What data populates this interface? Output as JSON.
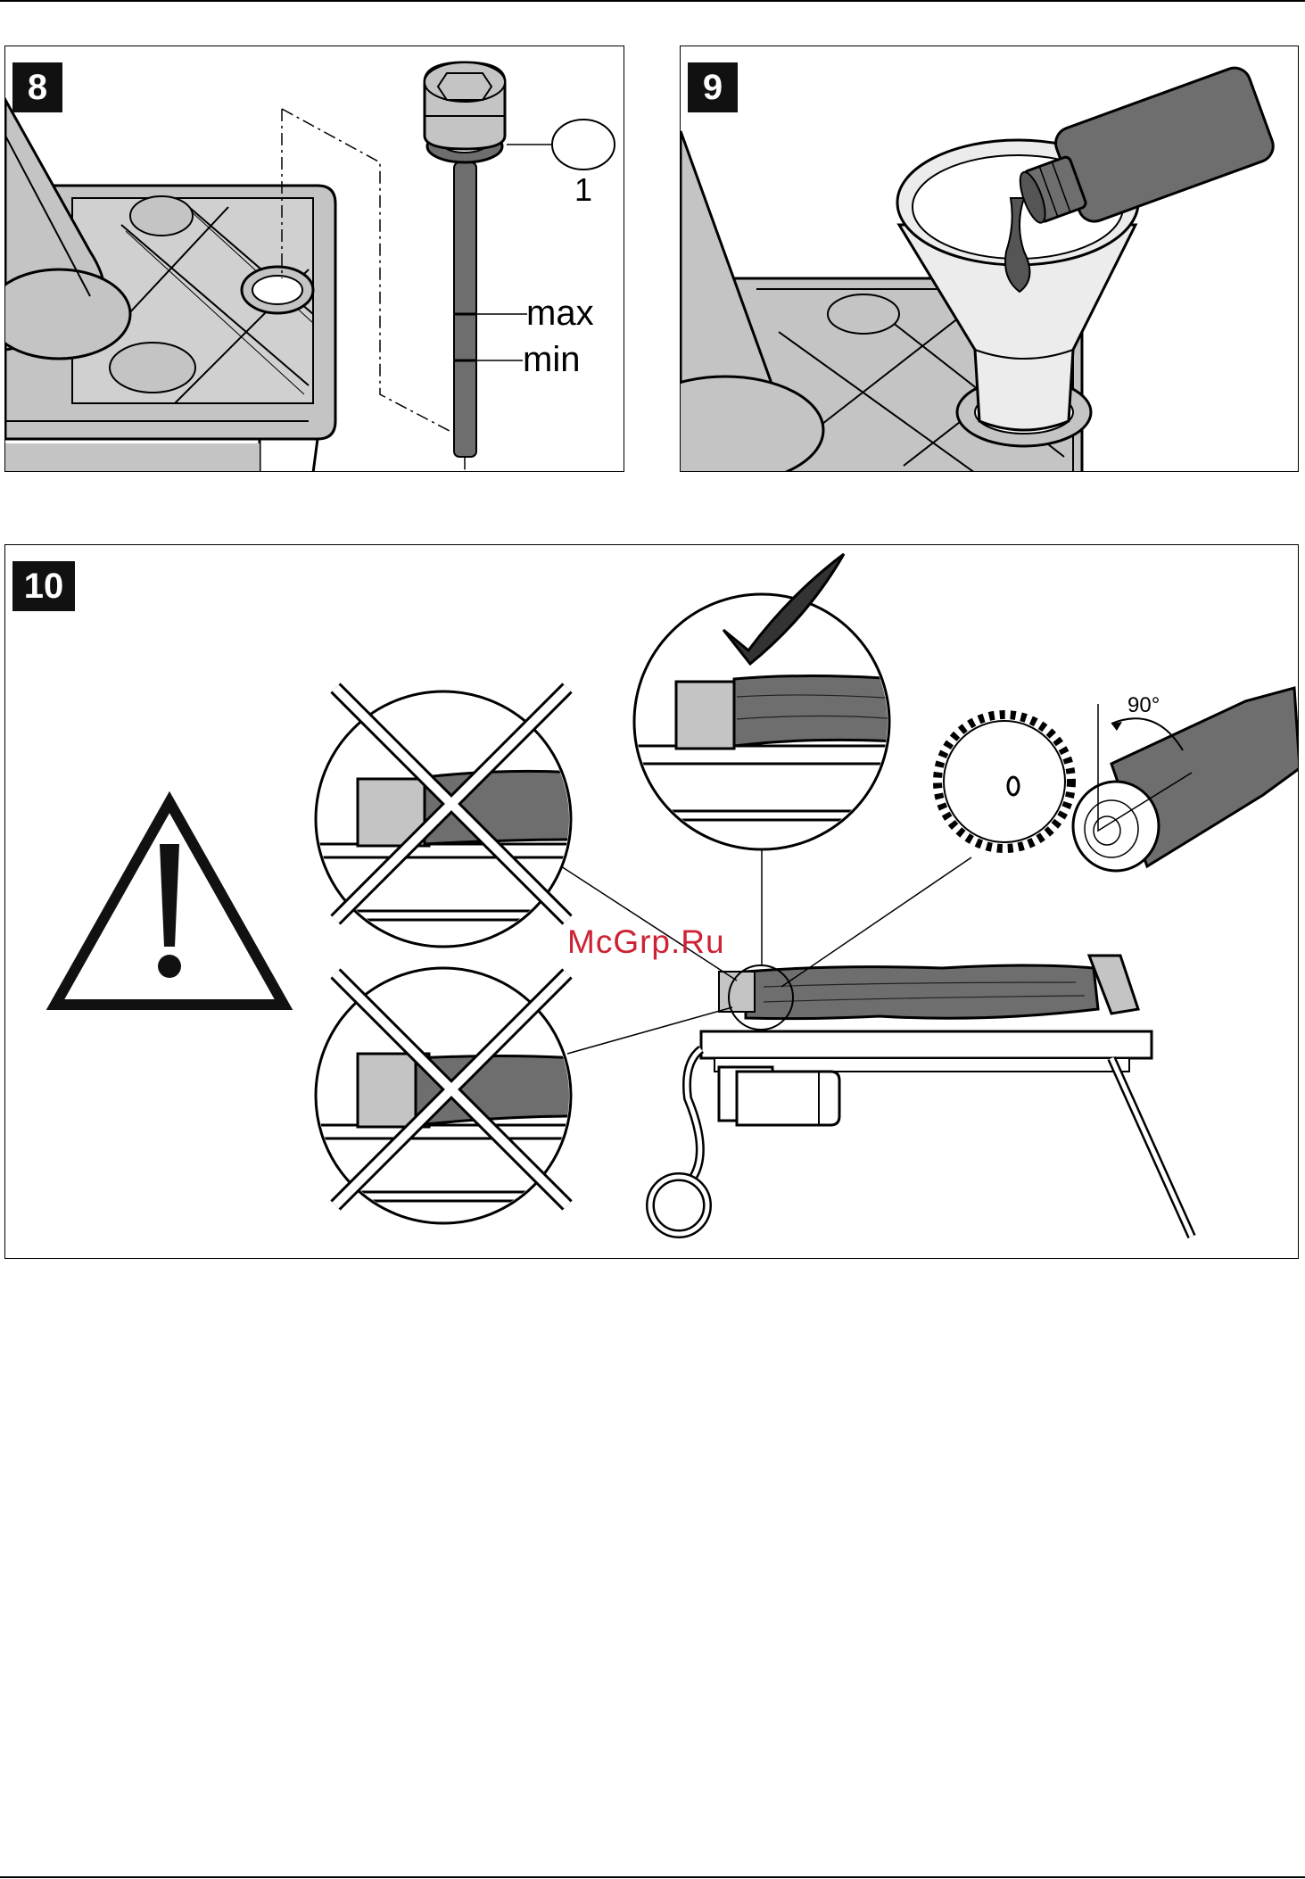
{
  "figures": [
    {
      "number": "8",
      "callout": "1",
      "max_label": "max",
      "min_label": "min"
    },
    {
      "number": "9"
    },
    {
      "number": "10",
      "angle_label": "90°"
    }
  ],
  "watermark": "McGrp.Ru",
  "colors": {
    "fill_gray": "#c4c4c4",
    "dark_gray": "#6e6e6e",
    "oil": "#555555",
    "watermark": "#cc2233"
  },
  "icons": [
    "warning-triangle-icon",
    "checkmark-icon",
    "cross-mark-icon"
  ]
}
